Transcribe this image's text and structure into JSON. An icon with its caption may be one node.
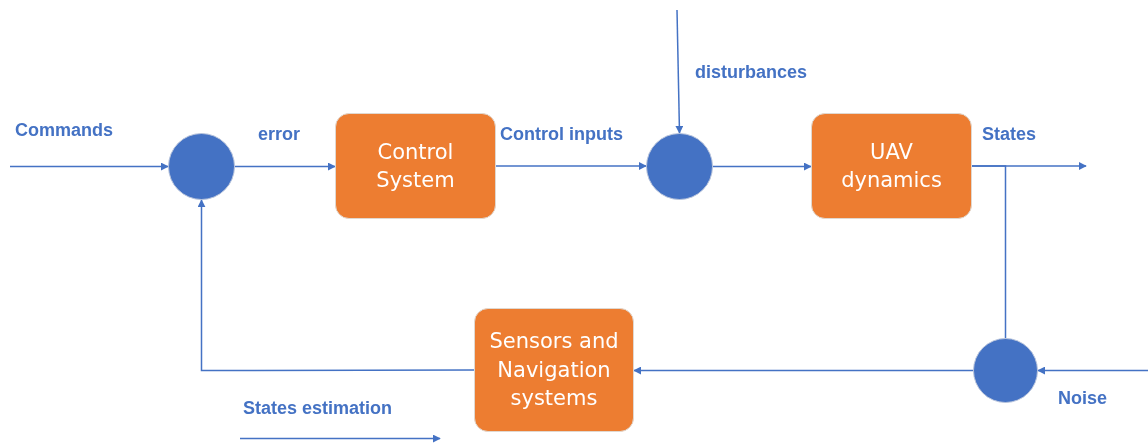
{
  "diagram": {
    "nodes": [
      {
        "text": [],
        "shape": "circle"
      },
      {
        "text": [
          "Control System"
        ]
      },
      {
        "text": [],
        "shape": "circle"
      },
      {
        "text": [
          "UAV dynamics"
        ]
      },
      {
        "text": [],
        "shape": "circle"
      },
      {
        "text": [
          "Sensors and Navigation systems"
        ]
      }
    ],
    "edges": [
      {
        "from": null,
        "to": 0,
        "arrow": "to",
        "label": "Commands"
      },
      {
        "from": 0,
        "to": 1,
        "arrow": "to",
        "label": "error"
      },
      {
        "from": 1,
        "to": 2,
        "arrow": "to",
        "label": "Control inputs"
      },
      {
        "from": null,
        "to": 2,
        "arrow": "to",
        "label": "disturbances"
      },
      {
        "from": 2,
        "to": 3,
        "arrow": "to"
      },
      {
        "from": 3,
        "to": null,
        "arrow": "to",
        "label": "States"
      },
      {
        "from": 3,
        "to": 4,
        "arrow": "none"
      },
      {
        "from": null,
        "to": 4,
        "arrow": "to",
        "label": "Noise"
      },
      {
        "from": 4,
        "to": 5,
        "arrow": "to"
      },
      {
        "from": 5,
        "to": 0,
        "arrow": "to"
      }
    ],
    "labels": [
      "States estimation"
    ]
  }
}
